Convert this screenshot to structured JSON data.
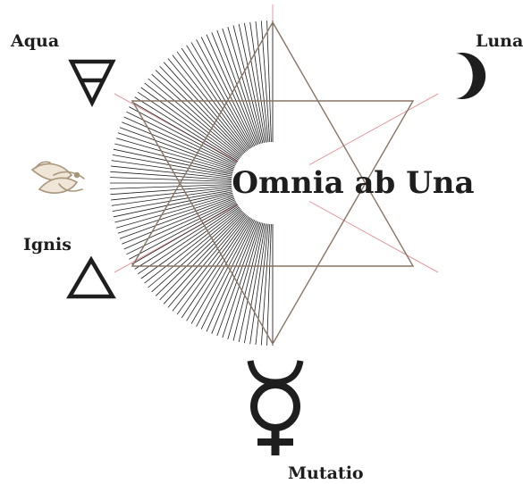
{
  "labels": {
    "aqua": "Aqua",
    "luna": "Luna",
    "ignis": "Ignis",
    "mutatio": "Mutatio",
    "motto": "Omnia ab Una"
  },
  "symbols": {
    "water": "water-triangle-icon",
    "fire": "fire-triangle-icon",
    "moon": "crescent-moon-icon",
    "mercury": "mercury-icon",
    "herb": "herb-sprig-icon"
  },
  "colors": {
    "background": "#ffffff",
    "ink": "#1e1e1e",
    "hexagram": "#8a7563",
    "guide_lines": "#e59aa1",
    "herb": "#a8957a"
  }
}
